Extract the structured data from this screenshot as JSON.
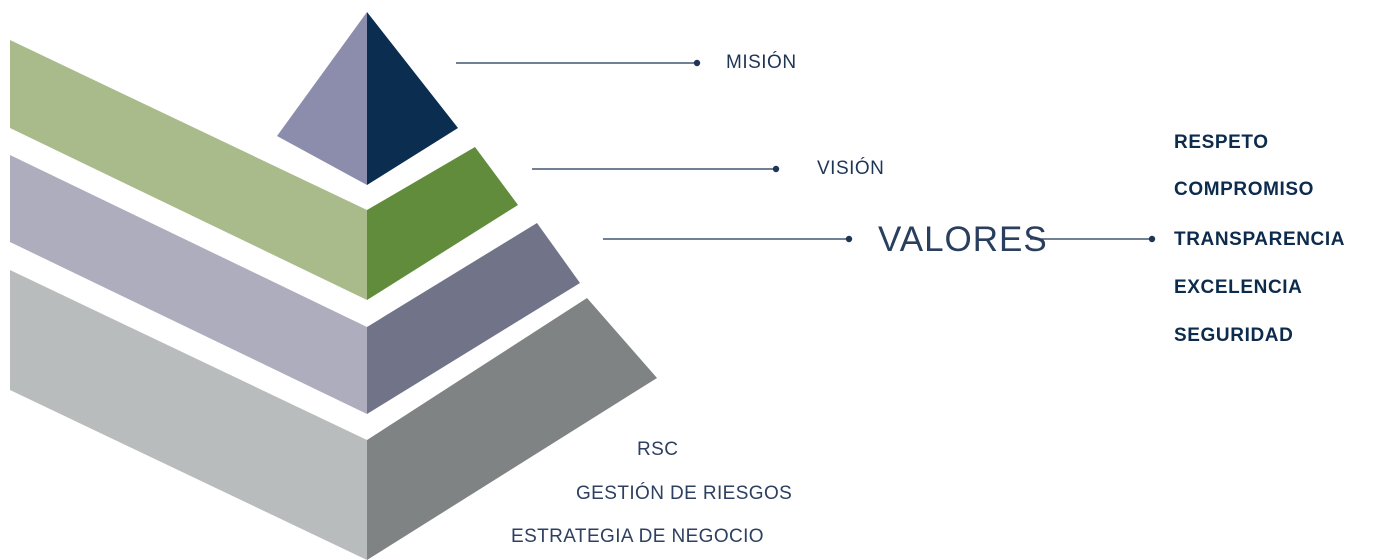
{
  "diagram": {
    "levels": [
      {
        "id": "mision",
        "label": "MISIÓN",
        "left_color": "#8c8cad",
        "right_color": "#0b2d4f"
      },
      {
        "id": "vision",
        "label": "VISIÓN",
        "left_color": "#a9bb8b",
        "right_color": "#608c3c"
      },
      {
        "id": "valores",
        "label": "VALORES",
        "left_color": "#adadbe",
        "right_color": "#717489"
      },
      {
        "id": "base",
        "label": "",
        "left_color": "#b9bcbc",
        "right_color": "#7f8384"
      }
    ],
    "connector_color": "#1f3556",
    "values_list": [
      "RESPETO",
      "COMPROMISO",
      "TRANSPARENCIA",
      "EXCELENCIA",
      "SEGURIDAD"
    ],
    "base_labels": [
      "RSC",
      "GESTIÓN DE RIESGOS",
      "ESTRATEGIA DE NEGOCIO"
    ]
  }
}
